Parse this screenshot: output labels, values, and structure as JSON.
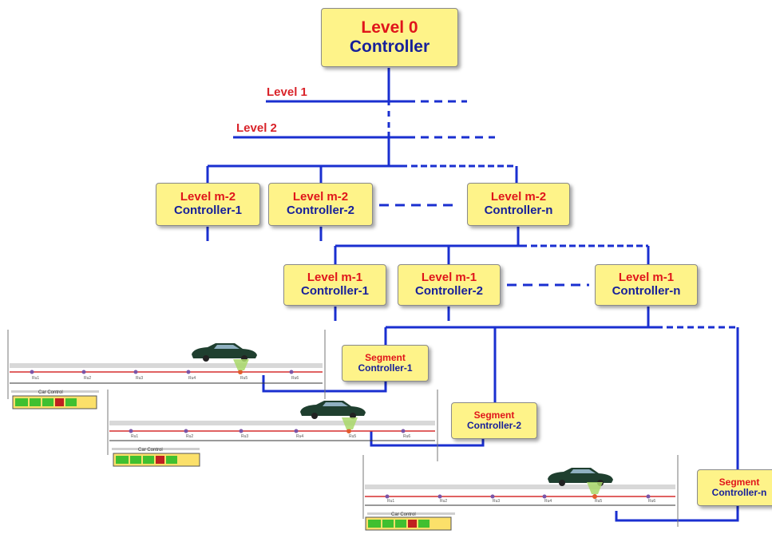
{
  "top": {
    "level": "Level 0",
    "controller": "Controller"
  },
  "levels": {
    "level1": "Level 1",
    "level2": "Level 2"
  },
  "m2": [
    {
      "level": "Level m-2",
      "controller": "Controller-1"
    },
    {
      "level": "Level m-2",
      "controller": "Controller-2"
    },
    {
      "level": "Level m-2",
      "controller": "Controller-n"
    }
  ],
  "m1": [
    {
      "level": "Level m-1",
      "controller": "Controller-1"
    },
    {
      "level": "Level m-1",
      "controller": "Controller-2"
    },
    {
      "level": "Level m-1",
      "controller": "Controller-n"
    }
  ],
  "segments": [
    {
      "level": "Segment",
      "controller": "Controller-1"
    },
    {
      "level": "Segment",
      "controller": "Controller-2"
    },
    {
      "level": "Segment",
      "controller": "Controller-n"
    }
  ],
  "tracks": [
    {
      "car_control": "Car Control",
      "markers": [
        "Ru1",
        "Ru2",
        "Ru3",
        "Ru4",
        "Ru5",
        "Ru6"
      ]
    },
    {
      "car_control": "Car Control",
      "markers": [
        "Ru1",
        "Ru2",
        "Ru3",
        "Ru4",
        "Ru5",
        "Ru6"
      ]
    },
    {
      "car_control": "Car Control",
      "markers": [
        "Ru1",
        "Ru2",
        "Ru3",
        "Ru4",
        "Ru5",
        "Ru6"
      ]
    }
  ],
  "colors": {
    "line": "#1a2fd0",
    "box_fill": "#fef389",
    "level_text": "#e0151b",
    "controller_text": "#17209a"
  }
}
